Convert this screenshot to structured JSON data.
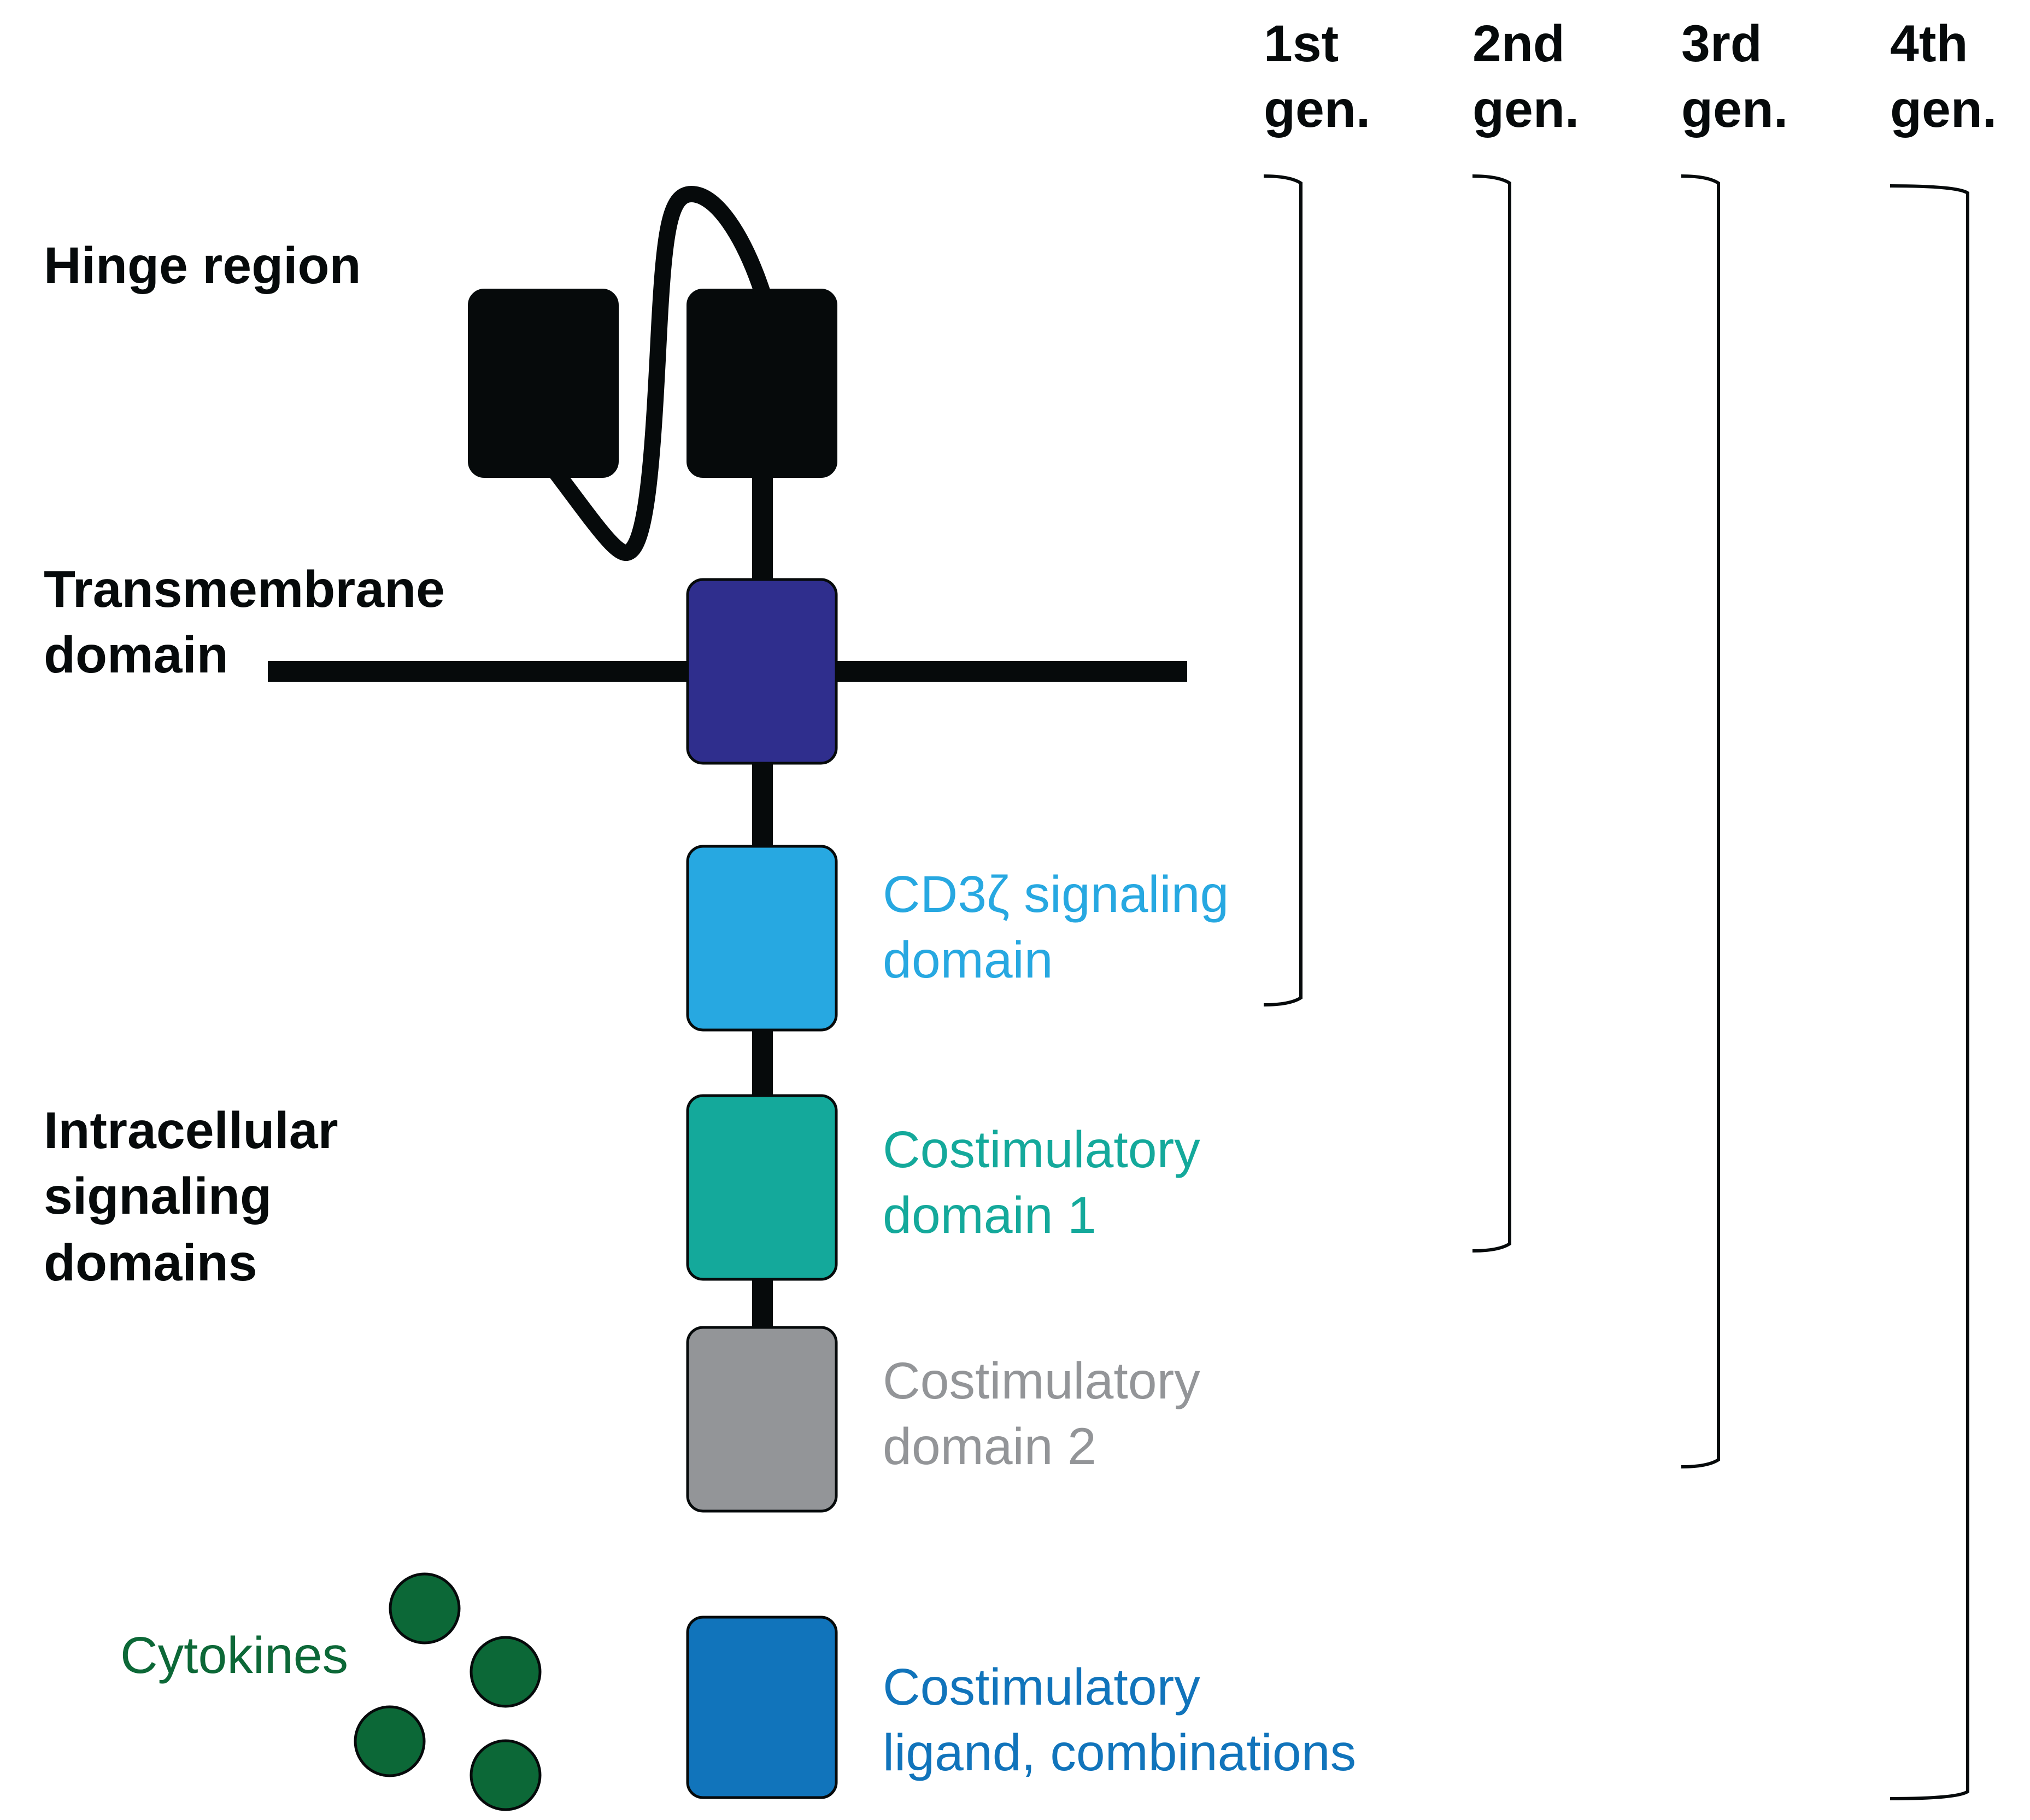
{
  "labels": {
    "hinge": "Hinge region",
    "transmembrane_line1": "Transmembrane",
    "transmembrane_line2": "domain",
    "intracellular_line1": "Intracellular",
    "intracellular_line2": "signaling",
    "intracellular_line3": "domains",
    "cytokines": "Cytokines"
  },
  "domains": {
    "cd3z_line1": "CD3ζ signaling",
    "cd3z_line2": "domain",
    "costim1_line1": "Costimulatory",
    "costim1_line2": "domain 1",
    "costim2_line1": "Costimulatory",
    "costim2_line2": "domain 2",
    "ligand_line1": "Costimulatory",
    "ligand_line2": "ligand, combinations"
  },
  "generations": [
    {
      "line1": "1st",
      "line2": "gen."
    },
    {
      "line1": "2nd",
      "line2": "gen."
    },
    {
      "line1": "3rd",
      "line2": "gen."
    },
    {
      "line1": "4th",
      "line2": "gen."
    }
  ],
  "colors": {
    "black": "#060a0b",
    "transmembrane": "#2f2e8d",
    "cd3z": "#27a8e1",
    "costim1": "#14a99b",
    "costim2": "#939598",
    "ligand": "#1174bb",
    "cytokine": "#0c6837"
  }
}
